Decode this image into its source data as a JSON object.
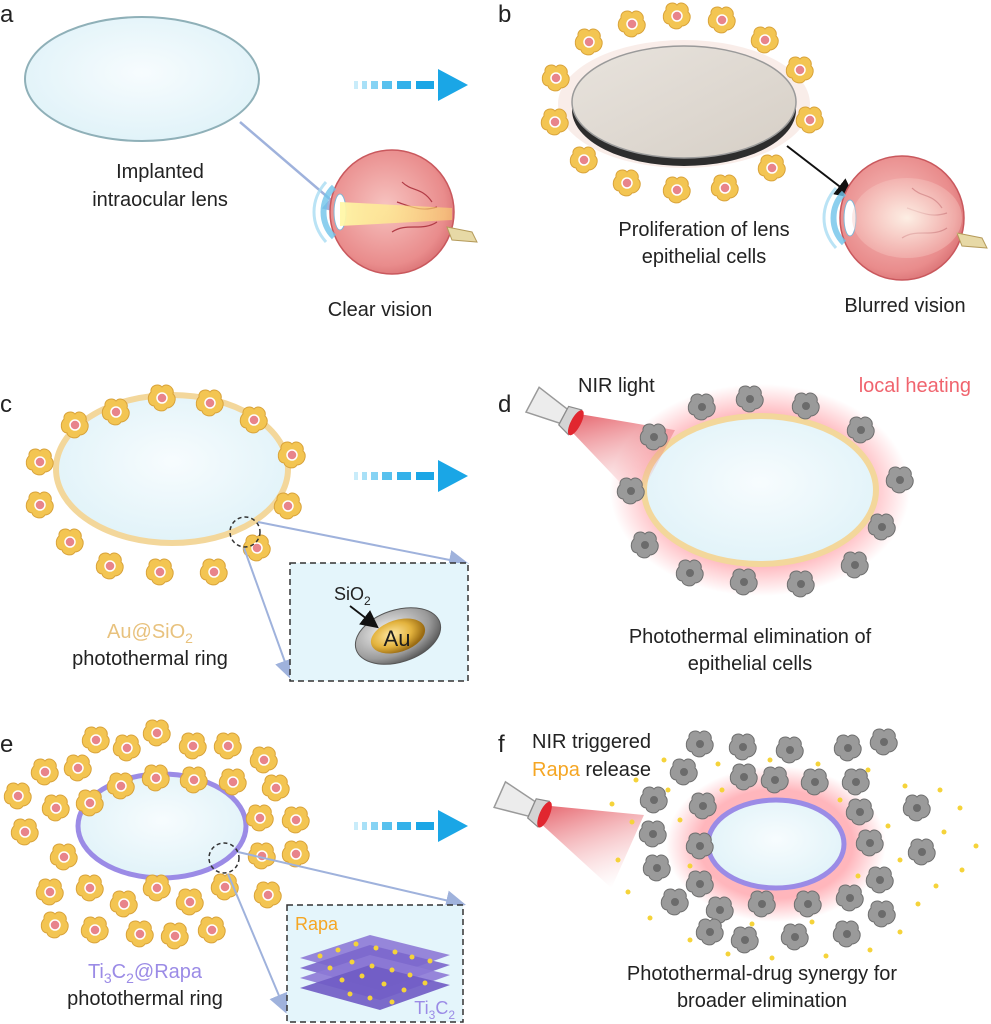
{
  "panels": {
    "a": {
      "letter": "a",
      "caption_line1": "Implanted",
      "caption_line2": "intraocular lens",
      "eye_caption": "Clear vision"
    },
    "b": {
      "letter": "b",
      "caption_line1": "Proliferation of lens",
      "caption_line2": "epithelial cells",
      "eye_caption": "Blurred vision"
    },
    "c": {
      "letter": "c",
      "ring_label_part1": "Au@SiO",
      "ring_label_sub": "2",
      "ring_label_line2": "photothermal ring",
      "inset_shell_label": "SiO",
      "inset_shell_sub": "2",
      "inset_core_label": "Au"
    },
    "d": {
      "letter": "d",
      "light_label": "NIR light",
      "heat_label": "local heating",
      "caption_line1": "Photothermal elimination of",
      "caption_line2": "epithelial cells"
    },
    "e": {
      "letter": "e",
      "ring_label_a": "Ti",
      "ring_label_sub1": "3",
      "ring_label_b": "C",
      "ring_label_sub2": "2",
      "ring_label_c": "@Rapa",
      "ring_label_line2": "photothermal ring",
      "inset_drug_label": "Rapa",
      "inset_sheet_a": "Ti",
      "inset_sheet_sub1": "3",
      "inset_sheet_b": "C",
      "inset_sheet_sub2": "2"
    },
    "f": {
      "letter": "f",
      "light_line1": "NIR triggered",
      "light_line2_highlight": "Rapa",
      "light_line2_rest": " release",
      "caption_line1": "Photothermal-drug synergy for",
      "caption_line2": "broader elimination"
    }
  },
  "colors": {
    "arrow_blue": "#1aa6e6",
    "cell_yellow": "#f2c24e",
    "cell_nucleus": "#e77f86",
    "dead_cell_grey": "#8e8e8e",
    "gold_ring": "#f3d79b",
    "ti3c2_ring": "#9b8be6",
    "heat_red": "#f0646e",
    "rapa_orange": "#f5a623",
    "lens_fill": "#eaf7fb"
  }
}
